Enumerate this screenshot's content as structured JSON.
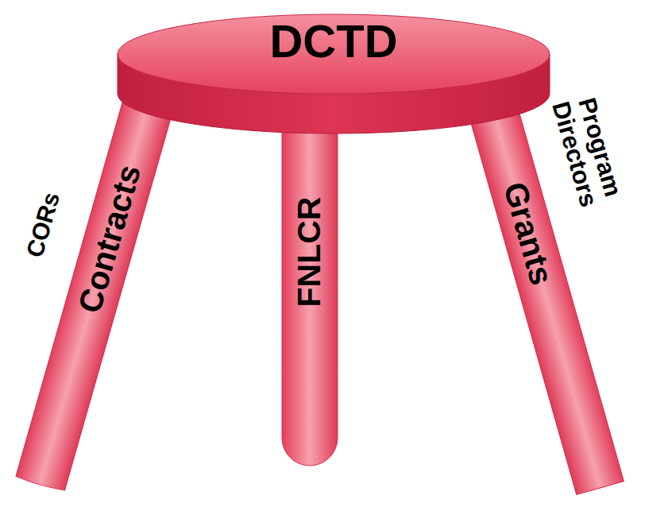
{
  "diagram": {
    "nodes": [
      {
        "text": [
          "DCTD"
        ]
      },
      {
        "text": [
          "CORs",
          "Contracts"
        ]
      },
      {
        "text": [
          "FNLCR"
        ]
      },
      {
        "text": [
          "Grants",
          "Program Directors"
        ]
      }
    ]
  }
}
